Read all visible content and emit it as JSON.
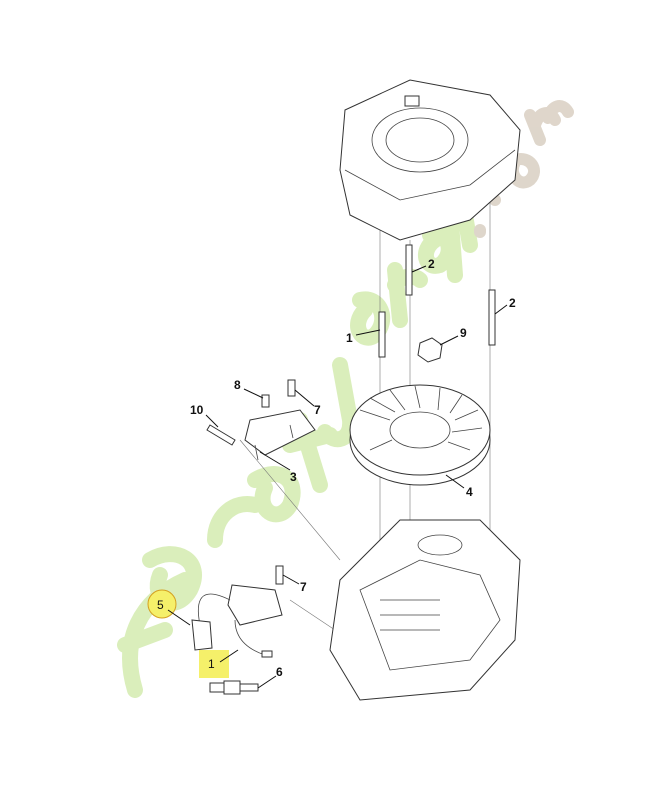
{
  "watermark": {
    "text": "Feretjardin.com",
    "colors": {
      "green": "#d4ecb0",
      "beige": "#d9cfc2"
    }
  },
  "highlight_color": "#f5f06a",
  "callouts": [
    {
      "id": "blower-stud-2a",
      "label": "2"
    },
    {
      "id": "blower-stud-2b",
      "label": "2"
    },
    {
      "id": "stud-1",
      "label": "1"
    },
    {
      "id": "nut-9",
      "label": "9"
    },
    {
      "id": "bolt-8",
      "label": "8"
    },
    {
      "id": "bolt-7a",
      "label": "7"
    },
    {
      "id": "spring-10",
      "label": "10"
    },
    {
      "id": "bracket-3",
      "label": "3"
    },
    {
      "id": "flywheel-4",
      "label": "4"
    },
    {
      "id": "bolt-7b",
      "label": "7"
    },
    {
      "id": "boot-5",
      "label": "5",
      "highlighted": true
    },
    {
      "id": "ignition-coil-1",
      "label": "1",
      "highlighted": true
    },
    {
      "id": "spark-plug-6",
      "label": "6"
    }
  ]
}
